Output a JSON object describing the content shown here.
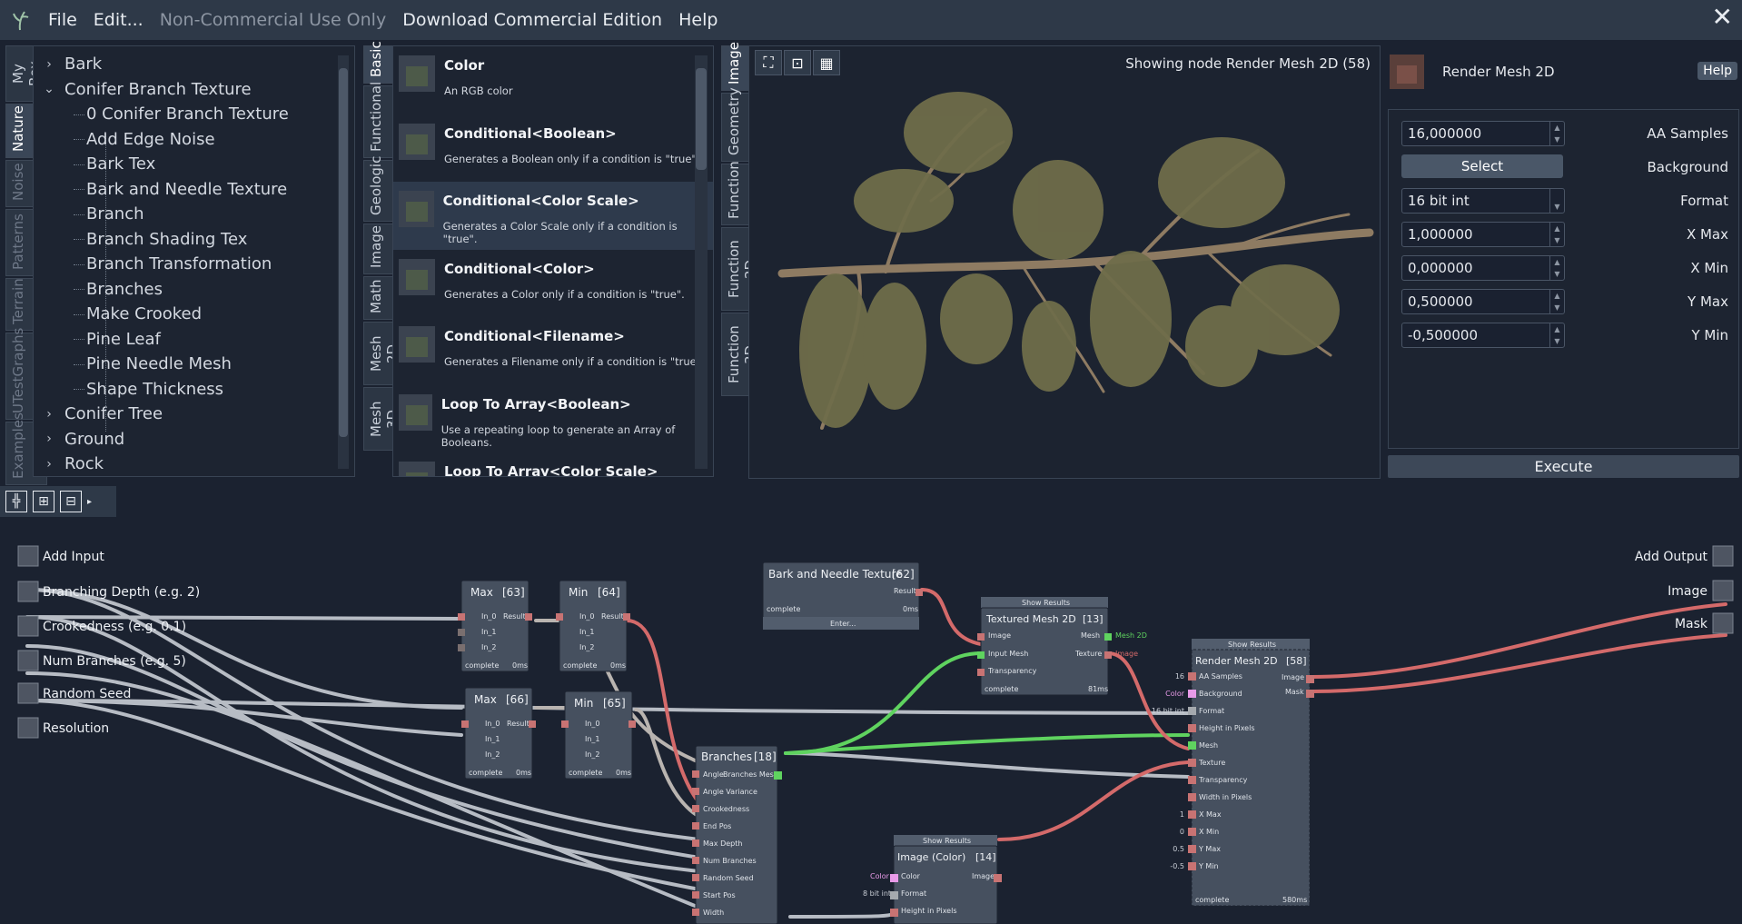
{
  "menu": {
    "items": [
      "File",
      "Edit...",
      "Non-Commercial Use Only",
      "Download Commercial Edition",
      "Help"
    ],
    "close": "✕"
  },
  "left_tabs": [
    "My Box",
    "Nature",
    "Noise",
    "Patterns",
    "Terrain",
    "UTestGraphs",
    "Examples"
  ],
  "tree": {
    "rows": [
      {
        "label": "Bark",
        "toggle": "›"
      },
      {
        "label": "Conifer Branch Texture",
        "toggle": "⌄"
      },
      {
        "label": "0 Conifer Branch Texture"
      },
      {
        "label": "Add Edge Noise"
      },
      {
        "label": "Bark Tex"
      },
      {
        "label": "Bark and Needle Texture"
      },
      {
        "label": "Branch"
      },
      {
        "label": "Branch Shading Tex"
      },
      {
        "label": "Branch Transformation"
      },
      {
        "label": "Branches"
      },
      {
        "label": "Make Crooked"
      },
      {
        "label": "Pine Leaf"
      },
      {
        "label": "Pine Needle Mesh"
      },
      {
        "label": "Shape Thickness"
      },
      {
        "label": "Conifer Tree",
        "toggle": "›"
      },
      {
        "label": "Ground",
        "toggle": "›"
      },
      {
        "label": "Rock",
        "toggle": "›"
      }
    ]
  },
  "lib_tabs": [
    "Basic",
    "Functional",
    "Geologic",
    "Image",
    "Math",
    "Mesh 2D",
    "Mesh 3D"
  ],
  "library": [
    {
      "title": "Color",
      "desc": "An RGB color"
    },
    {
      "title": "Conditional<Boolean>",
      "desc": "Generates a Boolean only if a condition is \"true\"."
    },
    {
      "title": "Conditional<Color Scale>",
      "desc": "Generates a Color Scale only if a condition is \"true\"."
    },
    {
      "title": "Conditional<Color>",
      "desc": "Generates a Color only if a condition is \"true\"."
    },
    {
      "title": "Conditional<Filename>",
      "desc": "Generates a Filename only if a condition is \"true\"."
    },
    {
      "title": "Loop To Array<Boolean>",
      "desc": "Use a repeating loop to generate an Array of Booleans."
    },
    {
      "title": "Loop To Array<Color Scale>",
      "desc": ""
    }
  ],
  "viewer_tabs": [
    "Image",
    "Geometry",
    "Function",
    "Function 2D",
    "Function 3D"
  ],
  "viewer": {
    "showing": "Showing node Render Mesh 2D (58)"
  },
  "node_header": {
    "name": "Render Mesh 2D",
    "help": "Help"
  },
  "props": [
    {
      "kind": "input",
      "value": "16,000000",
      "label": "AA Samples"
    },
    {
      "kind": "button",
      "value": "Select",
      "label": "Background"
    },
    {
      "kind": "select",
      "value": "16 bit int",
      "label": "Format"
    },
    {
      "kind": "input",
      "value": "1,000000",
      "label": "X Max"
    },
    {
      "kind": "input",
      "value": "0,000000",
      "label": "X Min"
    },
    {
      "kind": "input",
      "value": "0,500000",
      "label": "Y Max"
    },
    {
      "kind": "input",
      "value": "-0,500000",
      "label": "Y Min"
    }
  ],
  "execute": "Execute",
  "graph": {
    "inputs": [
      "Add Input",
      "Branching Depth (e.g. 2)",
      "Crookedness (e.g. 0.1)",
      "Num Branches (e.g. 5)",
      "Random Seed",
      "Resolution"
    ],
    "outputs": [
      "Add Output",
      "Image",
      "Mask"
    ],
    "nodes": {
      "max63": {
        "title": "Max",
        "id": "[63]",
        "ports": [
          "In_0",
          "In_1",
          "In_2"
        ],
        "out": "Result",
        "status": "complete",
        "time": "0ms"
      },
      "min64": {
        "title": "Min",
        "id": "[64]",
        "ports": [
          "In_0",
          "In_1",
          "In_2"
        ],
        "out": "Result",
        "status": "complete",
        "time": "0ms"
      },
      "max66": {
        "title": "Max",
        "id": "[66]",
        "ports": [
          "In_0",
          "In_1",
          "In_2"
        ],
        "out": "Result",
        "status": "complete",
        "time": "0ms"
      },
      "min65": {
        "title": "Min",
        "id": "[65]",
        "ports": [
          "In_0",
          "In_1",
          "In_2"
        ],
        "out": "Result",
        "status": "complete",
        "time": "0ms"
      },
      "bark62": {
        "title": "Bark and Needle Texture",
        "id": "[62]",
        "out": "Result",
        "status": "complete",
        "time": "0ms",
        "enter": "Enter..."
      },
      "tex13": {
        "title": "Textured Mesh 2D",
        "id": "[13]",
        "show": "Show Results",
        "ports": [
          "Image",
          "Input Mesh",
          "Transparency"
        ],
        "outs": [
          "Mesh",
          "Texture"
        ],
        "status": "complete",
        "time": "81ms",
        "labels": {
          "mesh2d": "Mesh 2D",
          "image": "Image"
        }
      },
      "branches18": {
        "title": "Branches",
        "id": "[18]",
        "ports": [
          "Angle",
          "Angle Variance",
          "Crookedness",
          "End Pos",
          "Max Depth",
          "Num Branches",
          "Random Seed",
          "Start Pos",
          "Width"
        ],
        "out": "Branches Mesh"
      },
      "imgcolor14": {
        "title": "Image (Color)",
        "id": "[14]",
        "show": "Show Results",
        "ports": [
          "Color",
          "Format",
          "Height in Pixels"
        ],
        "out": "Image",
        "hints": {
          "color": "Color",
          "format": "8 bit int"
        }
      },
      "render58": {
        "title": "Render Mesh 2D",
        "id": "[58]",
        "show": "Show Results",
        "ports": [
          "AA Samples",
          "Background",
          "Format",
          "Height in Pixels",
          "Mesh",
          "Texture",
          "Transparency",
          "Width in Pixels",
          "X Max",
          "X Min",
          "Y Max",
          "Y Min"
        ],
        "outs": [
          "Image",
          "Mask"
        ],
        "status": "complete",
        "time": "580ms",
        "hints": [
          "16",
          "Color",
          "16 bit int",
          "",
          "",
          "",
          "",
          "",
          "1",
          "0",
          "0.5",
          "-0.5"
        ]
      }
    }
  },
  "colors": {
    "accent": "#3aa0e0",
    "wire_gray": "#b7bcc4",
    "wire_red": "#d46a6a",
    "wire_green": "#5fd35f",
    "node_bg": "#46505f"
  }
}
